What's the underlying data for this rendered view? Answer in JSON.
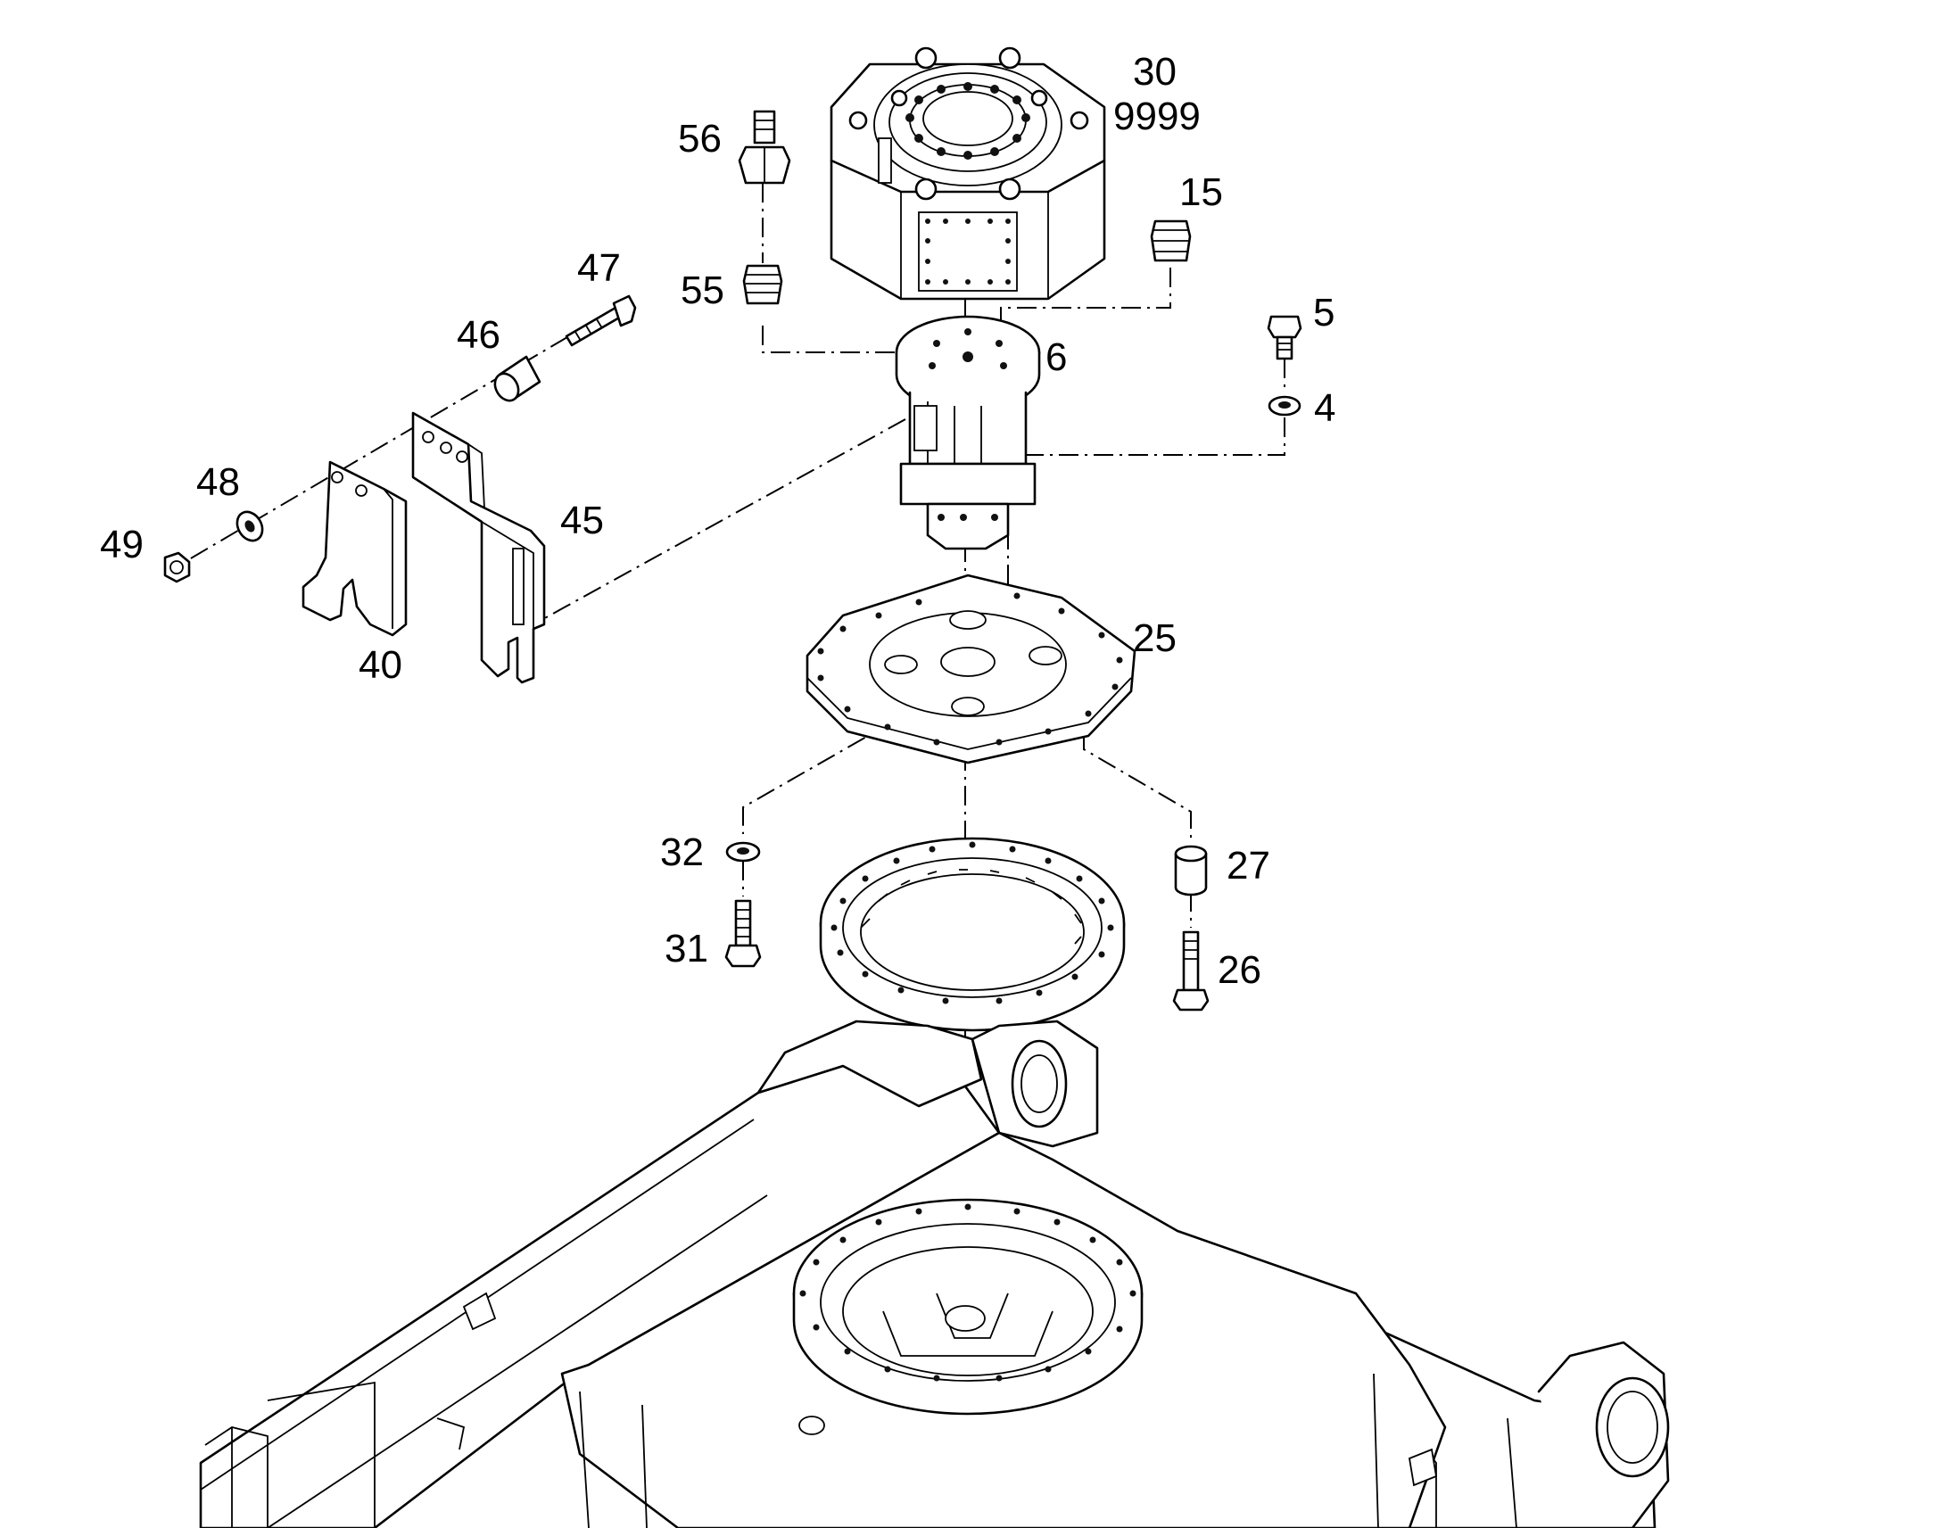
{
  "callouts": {
    "c30": "30",
    "c9999": "9999",
    "c56": "56",
    "c15": "15",
    "c47": "47",
    "c55": "55",
    "c46": "46",
    "c5": "5",
    "c6": "6",
    "c4": "4",
    "c48": "48",
    "c45": "45",
    "c49": "49",
    "c25": "25",
    "c40": "40",
    "c32": "32",
    "c27": "27",
    "c31": "31",
    "c26": "26"
  },
  "colors": {
    "line": "#000000",
    "background": "#ffffff"
  }
}
